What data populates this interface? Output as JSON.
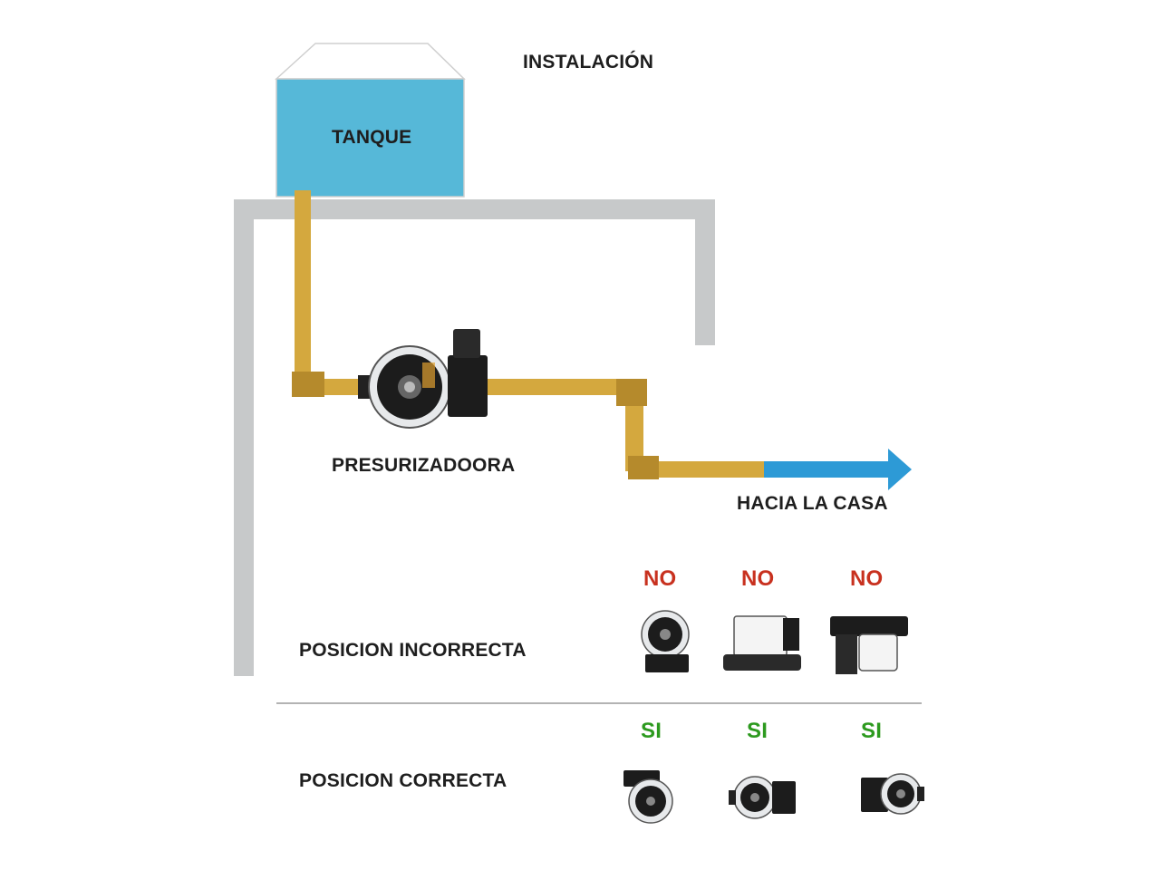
{
  "title": "INSTALACIÓN",
  "tank": {
    "label": "TANQUE"
  },
  "pump": {
    "label": "PRESURIZADOORA"
  },
  "outlet": {
    "label": "HACIA LA CASA"
  },
  "incorrect": {
    "label": "POSICION INCORRECTA",
    "marks": [
      "NO",
      "NO",
      "NO"
    ]
  },
  "correct": {
    "label": "POSICION CORRECTA",
    "marks": [
      "SI",
      "SI",
      "SI"
    ]
  },
  "colors": {
    "water": "#56b8d8",
    "pipe": "#d4a83e",
    "fitting": "#b58a2c",
    "wall": "#c7c9ca",
    "arrow": "#2d9ad6",
    "no": "#c8311f",
    "si": "#2d9a1f"
  }
}
